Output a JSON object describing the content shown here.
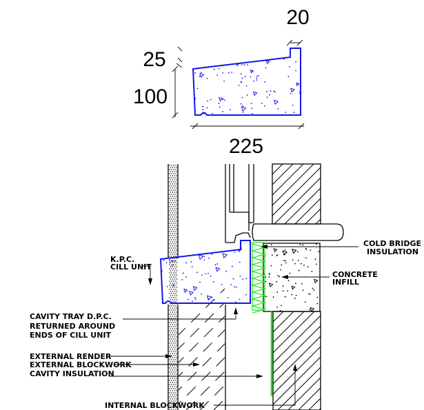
{
  "dimensions": {
    "drip_width": "20",
    "slope": "25",
    "height": "100",
    "width": "225"
  },
  "labels": {
    "cold_bridge": [
      "COLD BRIDGE",
      "INSULATION"
    ],
    "concrete_infill": [
      "CONCRETE",
      "INFILL"
    ],
    "kpc_cill": [
      "K.P.C.",
      "CILL UNIT"
    ],
    "cavity_tray": [
      "CAVITY TRAY D.P.C.",
      "RETURNED AROUND",
      "ENDS OF CILL UNIT"
    ],
    "external_render": "EXTERNAL RENDER",
    "external_blockwork": "EXTERNAL BLOCKWORK",
    "cavity_insulation": "CAVITY INSULATION",
    "internal_blockwork": "INTERNAL BLOCKWORK"
  },
  "colors": {
    "line": "#000000",
    "cill": "#1414e6",
    "insulation": "#19e619"
  }
}
